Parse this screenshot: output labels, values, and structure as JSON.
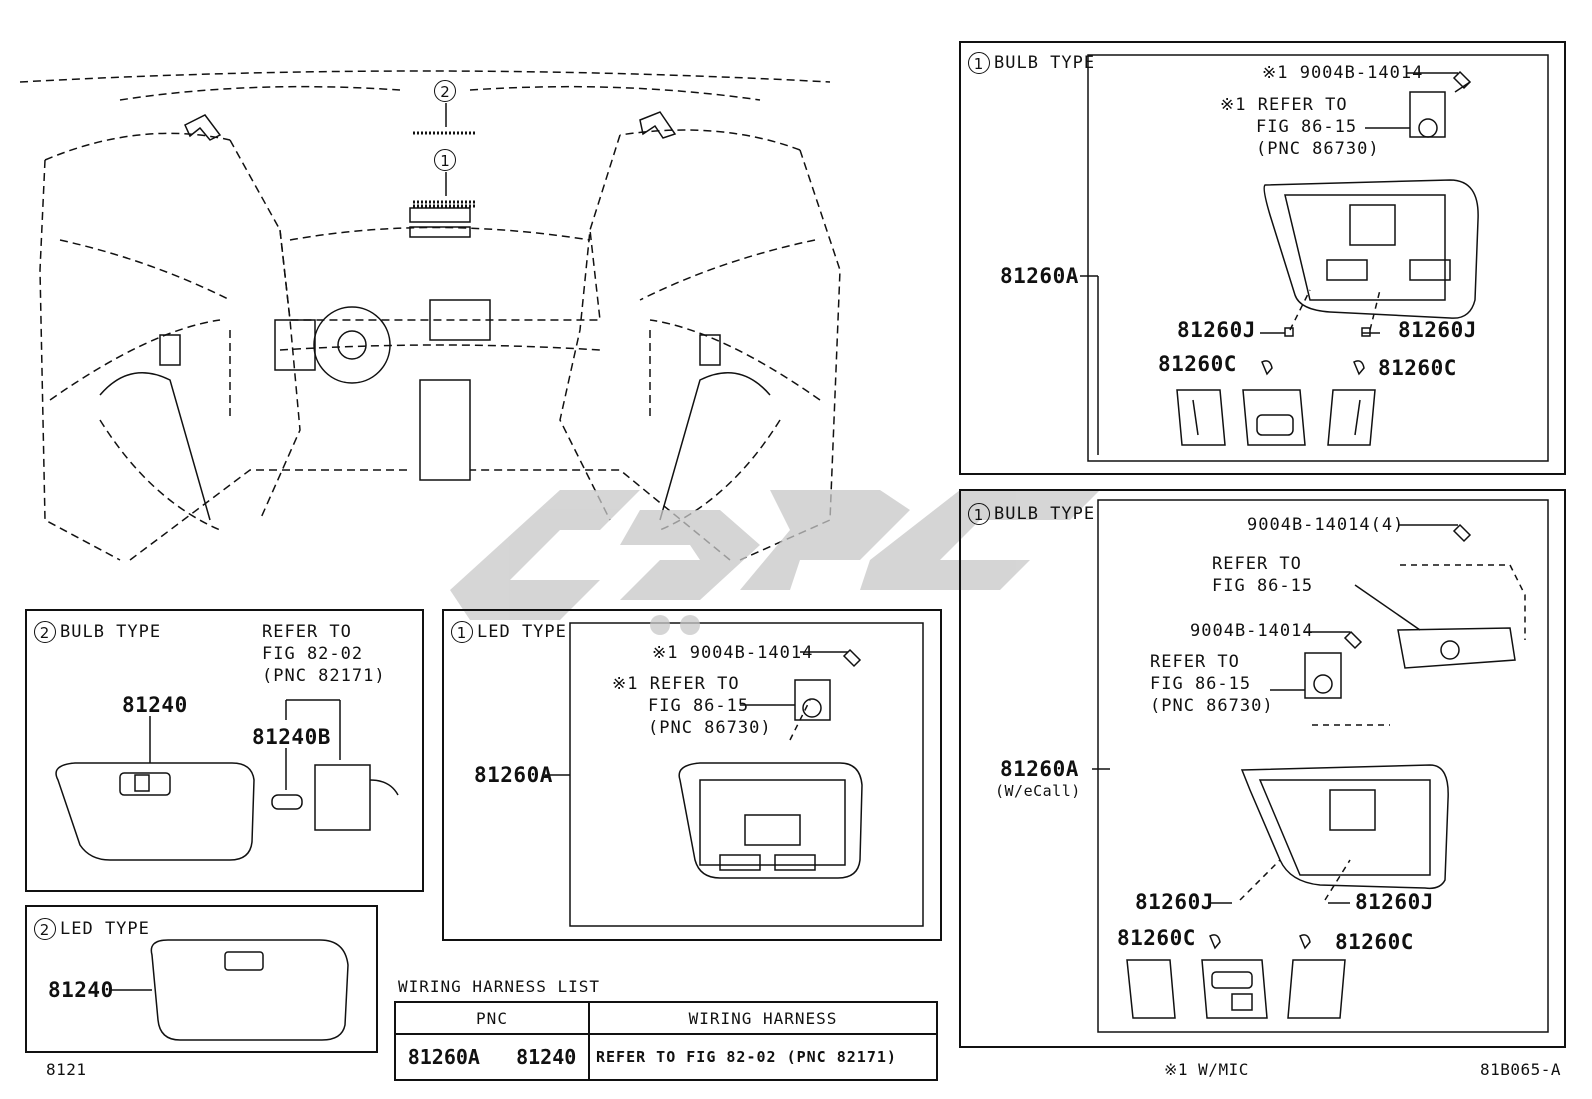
{
  "overview": {
    "callout_1": "1",
    "callout_2": "2"
  },
  "panel_bulb1": {
    "circle": "1",
    "title": "BULB TYPE",
    "screw_note": "※1 9004B-14014",
    "refer_line1": "※1 REFER TO",
    "refer_line2": "FIG 86-15",
    "refer_line3": "(PNC 86730)",
    "main_part": "81260A",
    "left_j": "81260J",
    "left_c": "81260C",
    "right_j": "81260J",
    "right_c": "81260C"
  },
  "panel_bulb1_ecall": {
    "circle": "1",
    "title": "BULB TYPE",
    "screw4": "9004B-14014(4)",
    "refer_a_line1": "REFER TO",
    "refer_a_line2": "FIG 86-15",
    "screw": "9004B-14014",
    "refer_b_line1": "REFER TO",
    "refer_b_line2": "FIG 86-15",
    "refer_b_line3": "(PNC 86730)",
    "main_part": "81260A",
    "main_note": "(W/eCall)",
    "left_j": "81260J",
    "left_c": "81260C",
    "right_j": "81260J",
    "right_c": "81260C"
  },
  "panel_bulb2": {
    "circle": "2",
    "title": "BULB TYPE",
    "refer_line1": "REFER TO",
    "refer_line2": "FIG 82-02",
    "refer_line3": "(PNC 82171)",
    "main_part": "81240",
    "sub_part": "81240B"
  },
  "panel_led1": {
    "circle": "1",
    "title": "LED TYPE",
    "screw_note": "※1 9004B-14014",
    "refer_line1": "※1 REFER TO",
    "refer_line2": "FIG 86-15",
    "refer_line3": "(PNC 86730)",
    "main_part": "81260A"
  },
  "panel_led2": {
    "circle": "2",
    "title": "LED TYPE",
    "main_part": "81240"
  },
  "wiring": {
    "title": "WIRING HARNESS LIST",
    "col_pnc": "PNC",
    "col_harness": "WIRING HARNESS",
    "row_pnc": "81260A   81240",
    "row_harness": "REFER TO FIG 82-02 (PNC 82171)"
  },
  "footer": {
    "fig_number": "8121",
    "note": "※1 W/MIC",
    "diagram_id": "81B065-A"
  },
  "colors": {
    "line": "#111111",
    "watermark": "#c8c8c8"
  }
}
